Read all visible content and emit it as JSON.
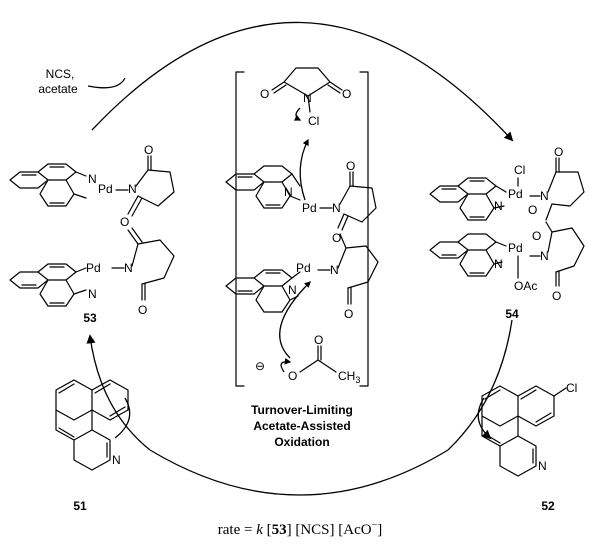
{
  "reagents": {
    "top_line1": "NCS,",
    "top_line2": "acetate"
  },
  "compounds": {
    "c53": "53",
    "c54": "54",
    "c51": "51",
    "c52": "52"
  },
  "atoms": {
    "pd": "Pd",
    "n": "N",
    "o": "O",
    "cl": "Cl",
    "oac": "OAc",
    "ch3": "CH3",
    "minus": "⊖"
  },
  "caption": {
    "line1": "Turnover-Limiting",
    "line2": "Acetate-Assisted",
    "line3": "Oxidation"
  },
  "rate_law": {
    "prefix": "rate = ",
    "k": "k",
    "s1": " [",
    "cmpd": "53",
    "s2": "] [NCS] [AcO",
    "sup": "−",
    "s3": "]"
  }
}
